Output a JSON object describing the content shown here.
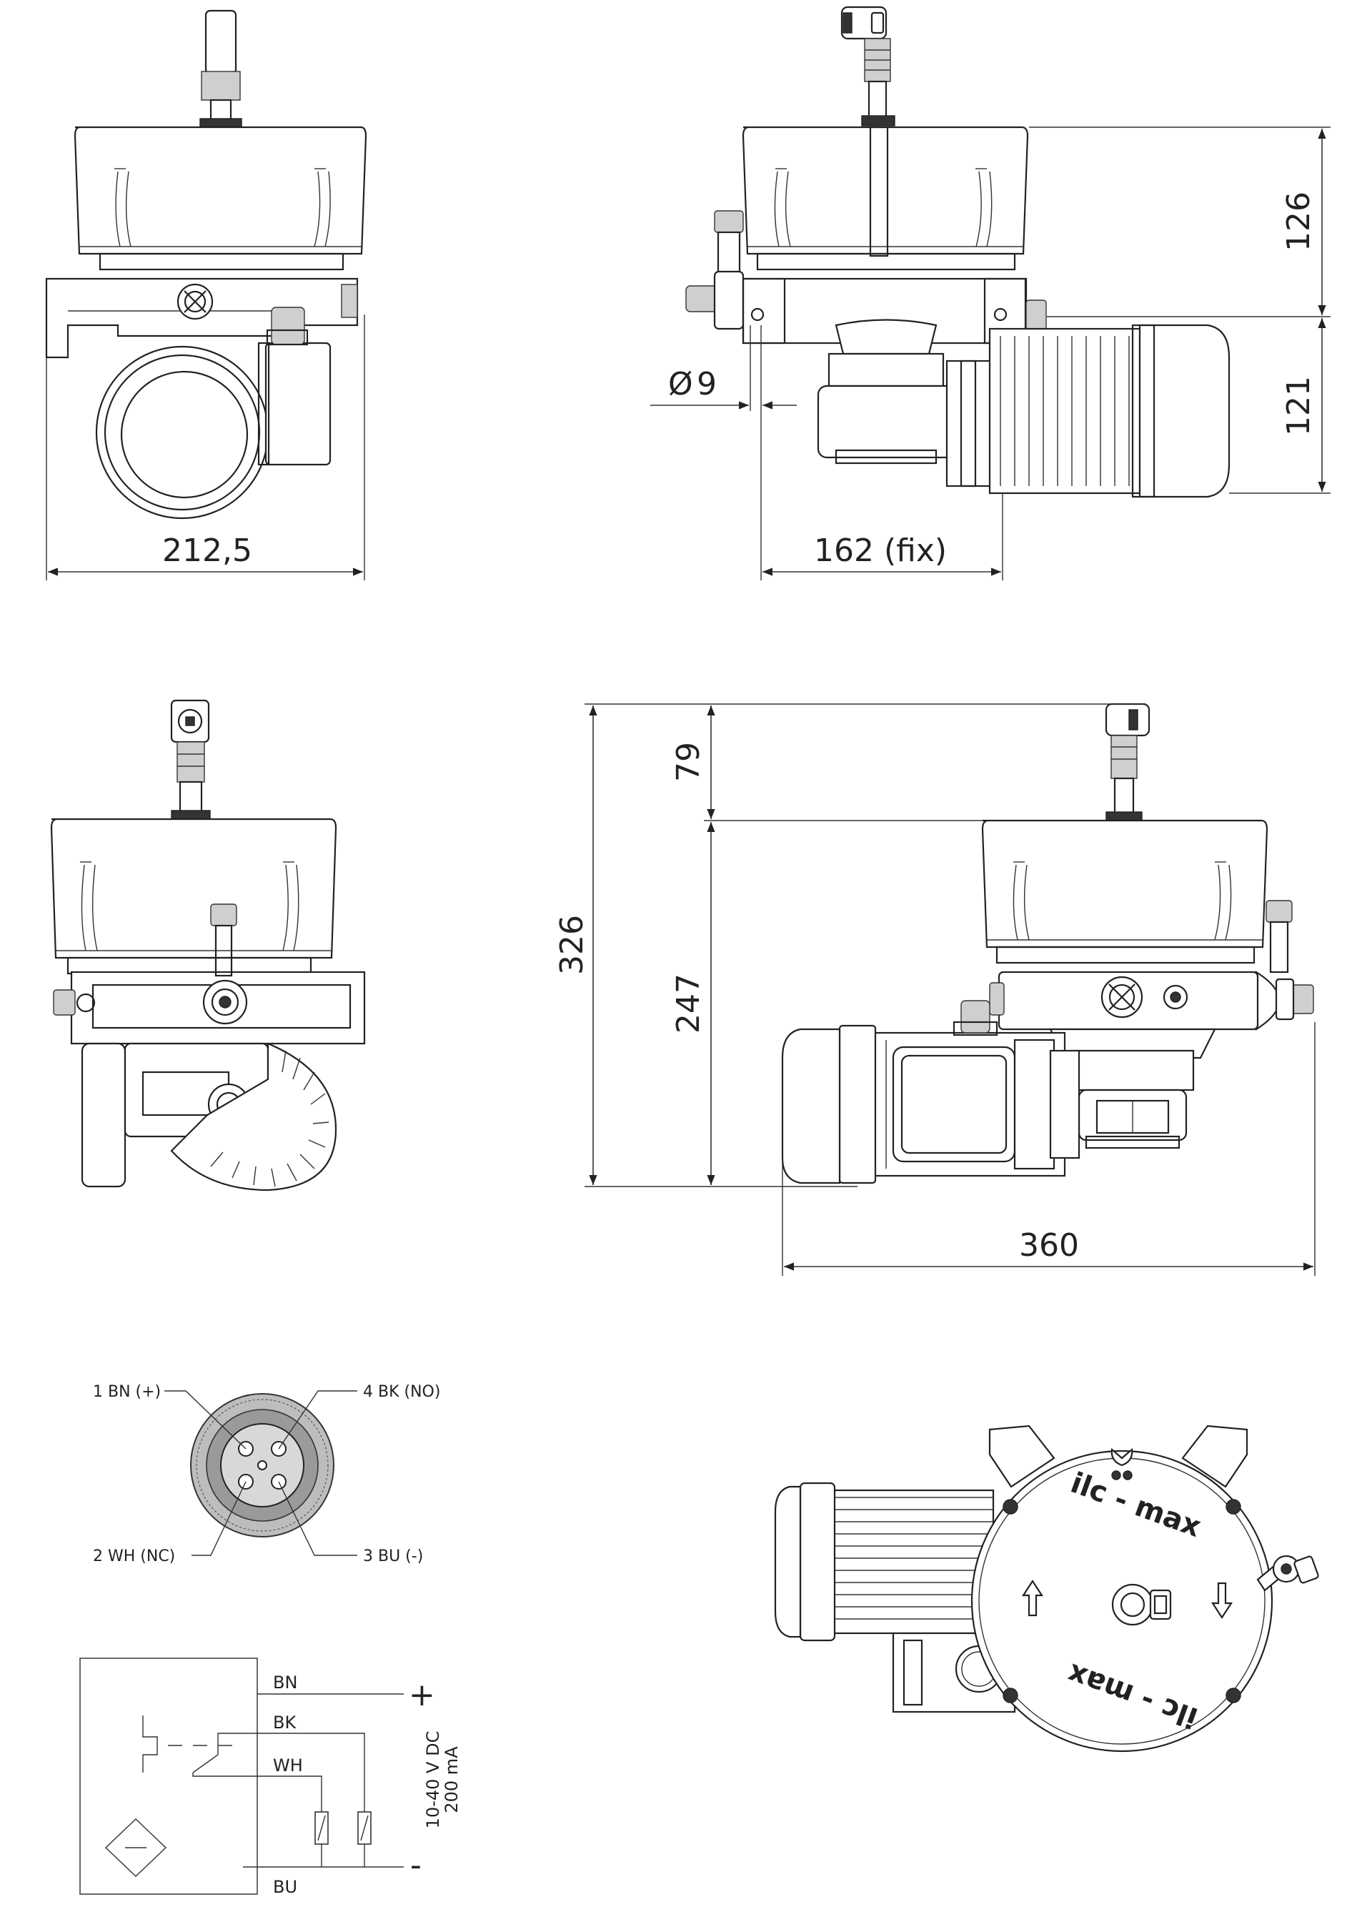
{
  "dimensions": {
    "width_front": "212,5",
    "width_side": "162 (fix)",
    "hole_diameter": "9",
    "hole_symbol": "Ø",
    "height_upper": "126",
    "height_lower": "121",
    "total_height": "326",
    "top_offset": "79",
    "body_height": "247",
    "total_length": "360"
  },
  "connector": {
    "pin1": "1 BN (+)",
    "pin2": "2 WH (NC)",
    "pin3": "3 BU (-)",
    "pin4": "4 BK (NO)"
  },
  "wiring": {
    "bn": "BN",
    "bk": "BK",
    "wh": "WH",
    "bu": "BU",
    "plus": "+",
    "minus": "-",
    "voltage": "10-40 V DC",
    "current": "200 mA"
  },
  "brand": {
    "top": "ilc - max",
    "bottom": "ilc - max"
  }
}
